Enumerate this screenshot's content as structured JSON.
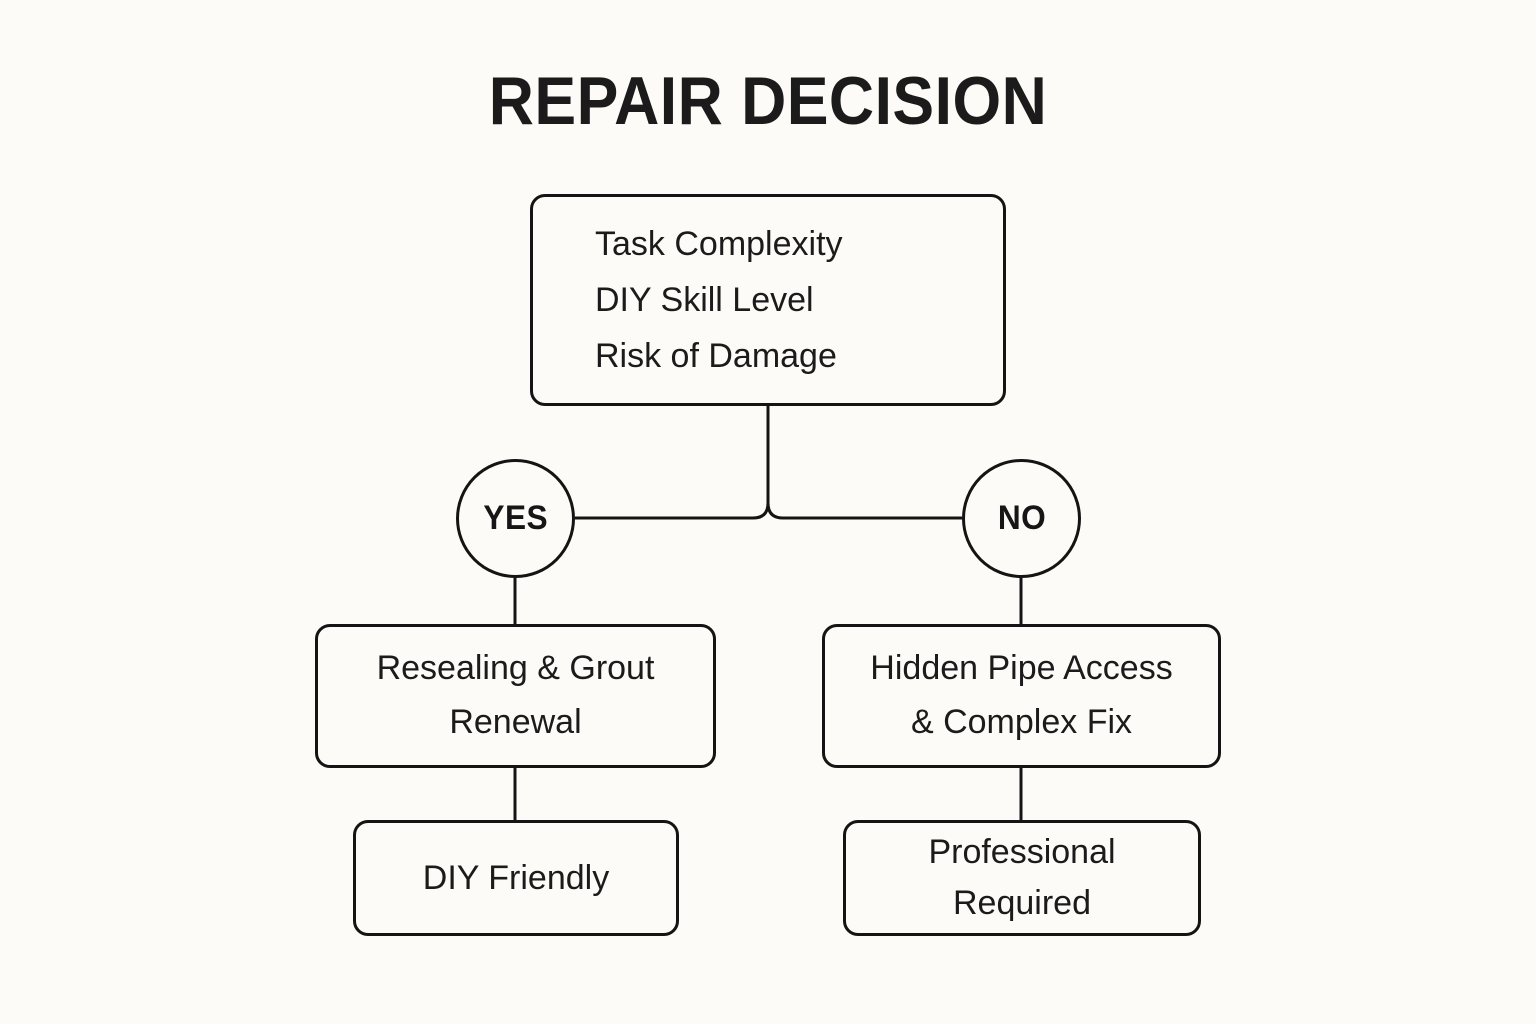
{
  "page": {
    "background_color": "#fdfbf7",
    "ink_color": "#161616"
  },
  "header": {
    "title": "REPAIR DECISION"
  },
  "diagram": {
    "type": "decision-flowchart",
    "root": {
      "id": "criteria",
      "lines": [
        "Task Complexity",
        "DIY Skill Level",
        "Risk of Damage"
      ]
    },
    "branches": [
      {
        "id": "yes",
        "decision_label": "YES",
        "result": {
          "id": "resealing",
          "lines": [
            "Resealing & Grout",
            "Renewal"
          ]
        },
        "outcome": {
          "id": "diy",
          "lines": [
            "DIY Friendly"
          ]
        }
      },
      {
        "id": "no",
        "decision_label": "NO",
        "result": {
          "id": "hidden",
          "lines": [
            "Hidden Pipe Access",
            "& Complex Fix"
          ]
        },
        "outcome": {
          "id": "pro",
          "lines": [
            "Professional",
            "Required"
          ]
        }
      }
    ]
  }
}
